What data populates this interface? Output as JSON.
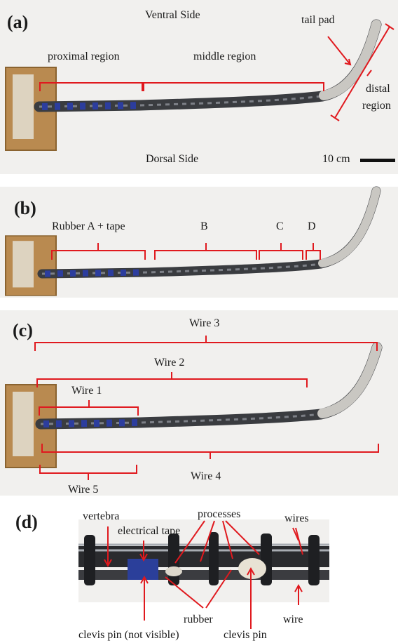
{
  "colors": {
    "bracket": "#e0191e",
    "background": "#f1f0ee"
  },
  "panels": {
    "a": {
      "label": "(a)",
      "ventral": "Ventral Side",
      "dorsal": "Dorsal Side",
      "proximal": "proximal region",
      "middle": "middle region",
      "tail_pad": "tail pad",
      "distal_1": "distal",
      "distal_2": "region",
      "scale": "10 cm"
    },
    "b": {
      "label": "(b)",
      "rubber_a": "Rubber A + tape",
      "b": "B",
      "c": "C",
      "d": "D"
    },
    "c": {
      "label": "(c)",
      "wire1": "Wire 1",
      "wire2": "Wire 2",
      "wire3": "Wire 3",
      "wire4": "Wire 4",
      "wire5": "Wire 5"
    },
    "d": {
      "label": "(d)",
      "vertebra": "vertebra",
      "electrical_tape": "electrical tape",
      "processes": "processes",
      "wires": "wires",
      "rubber": "rubber",
      "clevis_pin_hidden": "clevis pin (not visible)",
      "clevis_pin": "clevis pin",
      "wire": "wire"
    }
  }
}
